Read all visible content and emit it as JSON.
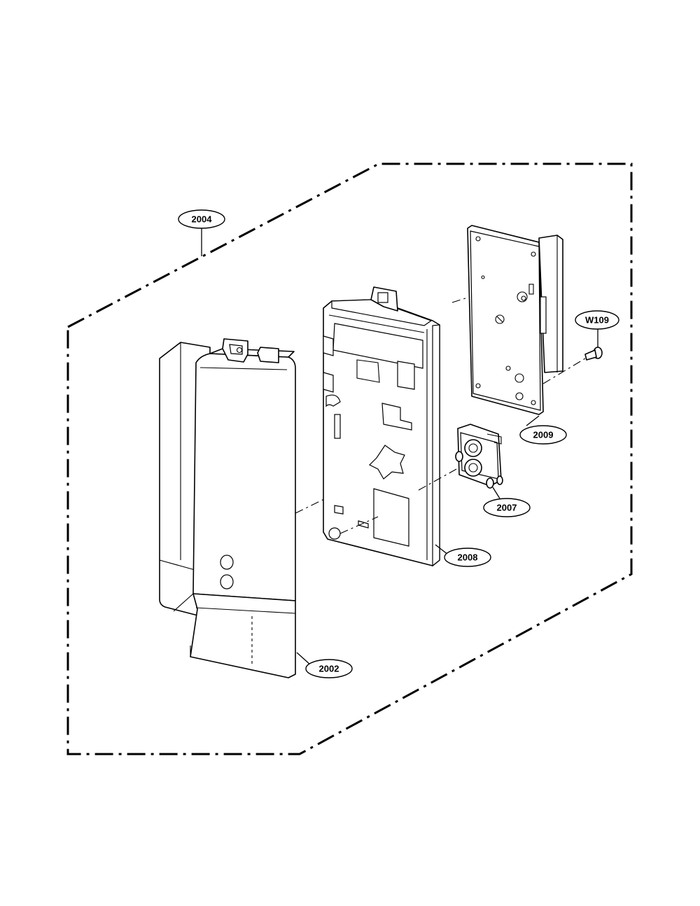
{
  "diagram": {
    "callouts": {
      "c2004": "2004",
      "cW109": "W109",
      "c2009": "2009",
      "c2007": "2007",
      "c2008": "2008",
      "c2002": "2002"
    }
  }
}
